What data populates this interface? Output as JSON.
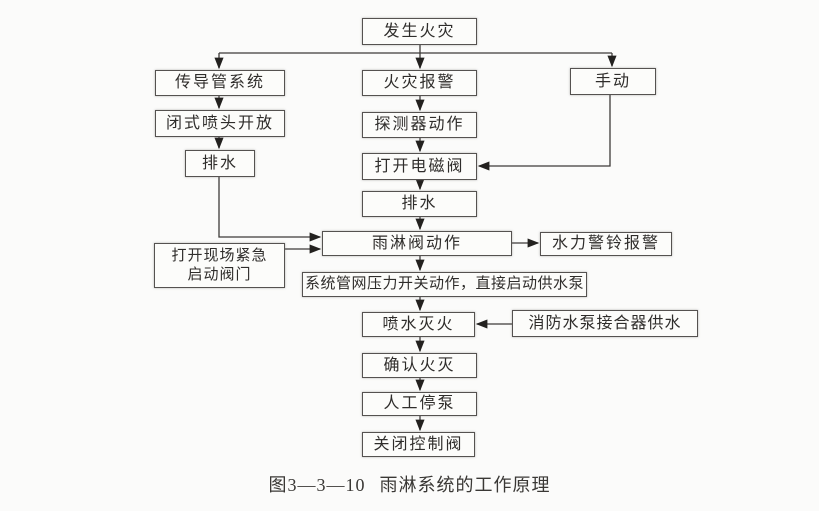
{
  "figure": {
    "caption_number": "图3—3—10",
    "caption_title": "雨淋系统的工作原理"
  },
  "nodes": {
    "fire_occurs": "发生火灾",
    "conduction_pipe_system": "传导管系统",
    "fire_alarm": "火灾报警",
    "manual": "手动",
    "closed_sprinkler_open": "闭式喷头开放",
    "detector_action": "探测器动作",
    "drain_left": "排水",
    "open_solenoid_valve": "打开电磁阀",
    "drain_mid": "排水",
    "deluge_valve_action": "雨淋阀动作",
    "hydraulic_bell_alarm": "水力警铃报警",
    "emergency_valve_line1": "打开现场紧急",
    "emergency_valve_line2": "启动阀门",
    "pressure_switch": "系统管网压力开关动作，直接启动供水泵",
    "spray_extinguish": "喷水灭火",
    "pump_coupler_supply": "消防水泵接合器供水",
    "confirm_fire_out": "确认火灭",
    "manual_stop_pump": "人工停泵",
    "close_control_valve": "关闭控制阀"
  },
  "edges": [
    {
      "from": "fire_occurs",
      "to": "conduction_pipe_system"
    },
    {
      "from": "fire_occurs",
      "to": "fire_alarm"
    },
    {
      "from": "fire_occurs",
      "to": "manual"
    },
    {
      "from": "conduction_pipe_system",
      "to": "closed_sprinkler_open"
    },
    {
      "from": "closed_sprinkler_open",
      "to": "drain_left"
    },
    {
      "from": "drain_left",
      "to": "deluge_valve_action"
    },
    {
      "from": "fire_alarm",
      "to": "detector_action"
    },
    {
      "from": "detector_action",
      "to": "open_solenoid_valve"
    },
    {
      "from": "manual",
      "to": "open_solenoid_valve"
    },
    {
      "from": "open_solenoid_valve",
      "to": "drain_mid"
    },
    {
      "from": "drain_mid",
      "to": "deluge_valve_action"
    },
    {
      "from": "emergency_valve",
      "to": "deluge_valve_action"
    },
    {
      "from": "deluge_valve_action",
      "to": "hydraulic_bell_alarm"
    },
    {
      "from": "deluge_valve_action",
      "to": "pressure_switch"
    },
    {
      "from": "pressure_switch",
      "to": "spray_extinguish"
    },
    {
      "from": "pump_coupler_supply",
      "to": "spray_extinguish"
    },
    {
      "from": "spray_extinguish",
      "to": "confirm_fire_out"
    },
    {
      "from": "confirm_fire_out",
      "to": "manual_stop_pump"
    },
    {
      "from": "manual_stop_pump",
      "to": "close_control_valve"
    }
  ],
  "colors": {
    "background": "#fbfbfa",
    "box_fill": "#fcfcfa",
    "box_border": "#555250",
    "line": "#3d3b39",
    "text": "#2f2d2b"
  }
}
